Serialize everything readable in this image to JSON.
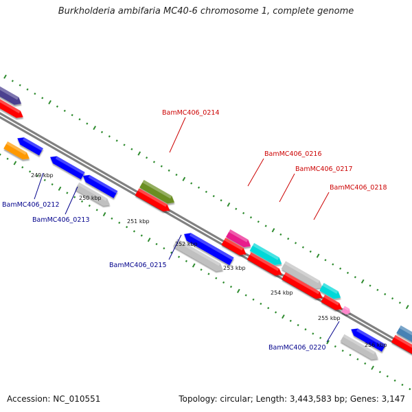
{
  "title": "Burkholderia ambifaria MC40-6 chromosome 1, complete genome",
  "footer": {
    "accession": "Accession: NC_010551",
    "summary": "Topology: circular; Length: 3,443,583 bp; Genes: 3,147"
  },
  "colors": {
    "backbone": "#808080",
    "tick": "#2e8b2e",
    "forward_label": "#cc0000",
    "reverse_label": "#00008b",
    "blue": "#0000ff",
    "red": "#ff0000",
    "gray": "#c0c0c0",
    "olive": "#6b8e23",
    "magenta": "#e81e8c",
    "cyan": "#00d8d8",
    "orange": "#ff9900",
    "purple": "#4b3f8f",
    "steel": "#4682b4",
    "pink": "#ff88cc"
  },
  "kbp_labels": [
    "249 kbp",
    "250 kbp",
    "251 kbp",
    "252 kbp",
    "253 kbp",
    "254 kbp",
    "255 kbp",
    "256 kbp"
  ],
  "gene_labels_forward": [
    "BamMC406_0214",
    "BamMC406_0216",
    "BamMC406_0217",
    "BamMC406_0218"
  ],
  "gene_labels_reverse": [
    "BamMC406_0212",
    "BamMC406_0213",
    "BamMC406_0215",
    "BamMC406_0220"
  ]
}
